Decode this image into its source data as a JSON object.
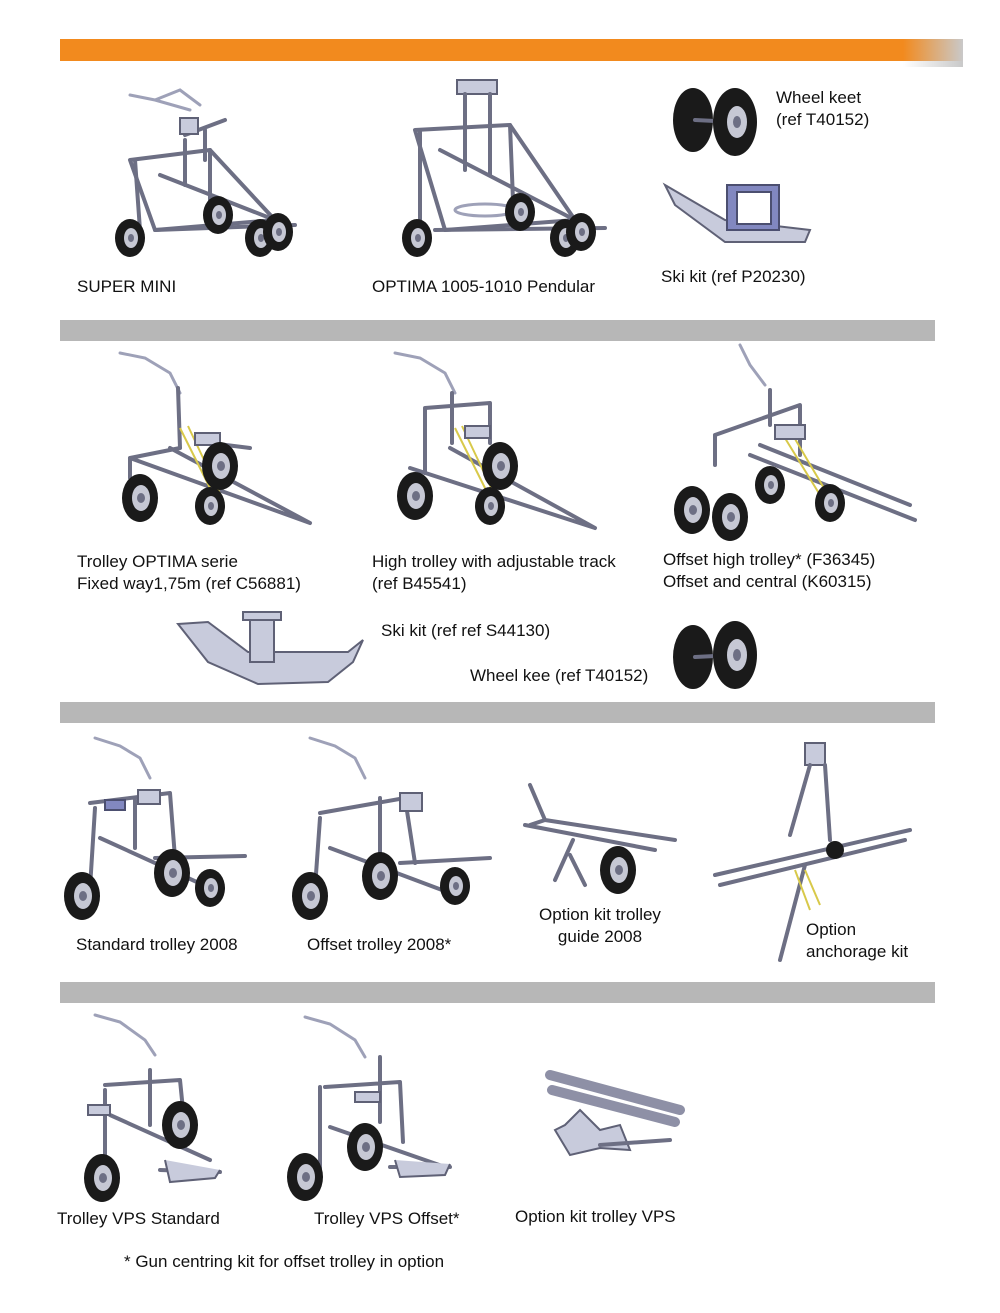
{
  "sections": [
    {
      "items": [
        {
          "name": "super-mini",
          "lines": [
            "SUPER MINI"
          ]
        },
        {
          "name": "optima-pendular",
          "lines": [
            "OPTIMA 1005-1010 Pendular"
          ]
        },
        {
          "name": "wheel-keet",
          "lines": [
            "Wheel keet",
            "(ref T40152)"
          ]
        },
        {
          "name": "ski-kit",
          "lines": [
            "Ski kit (ref P20230)"
          ]
        }
      ]
    },
    {
      "items": [
        {
          "name": "trolley-optima",
          "lines": [
            "Trolley OPTIMA serie",
            "Fixed way1,75m  (ref C56881)"
          ]
        },
        {
          "name": "high-trolley",
          "lines": [
            "High trolley with adjustable track",
            "(ref B45541)"
          ]
        },
        {
          "name": "offset-high-trolley",
          "lines": [
            "Offset high trolley* (F36345)",
            "Offset and central (K60315)"
          ]
        },
        {
          "name": "ski-kit-2",
          "lines": [
            "Ski kit (ref ref S44130)"
          ]
        },
        {
          "name": "wheel-kee",
          "lines": [
            "Wheel kee (ref T40152)"
          ]
        }
      ]
    },
    {
      "items": [
        {
          "name": "standard-trolley-2008",
          "lines": [
            "Standard trolley 2008"
          ]
        },
        {
          "name": "offset-trolley-2008",
          "lines": [
            "Offset trolley 2008*"
          ]
        },
        {
          "name": "option-kit-guide",
          "lines": [
            "Option kit trolley",
            "guide 2008"
          ]
        },
        {
          "name": "option-anchorage",
          "lines": [
            "Option",
            "anchorage kit"
          ]
        }
      ]
    },
    {
      "items": [
        {
          "name": "trolley-vps-standard",
          "lines": [
            "Trolley VPS Standard"
          ]
        },
        {
          "name": "trolley-vps-offset",
          "lines": [
            "Trolley VPS Offset*"
          ]
        },
        {
          "name": "option-kit-vps",
          "lines": [
            "Option kit trolley  VPS"
          ]
        }
      ]
    }
  ],
  "footnote": "* Gun centring kit for offset trolley in option",
  "colors": {
    "accent": "#f28a1e",
    "divider": "#b7b7b7"
  }
}
